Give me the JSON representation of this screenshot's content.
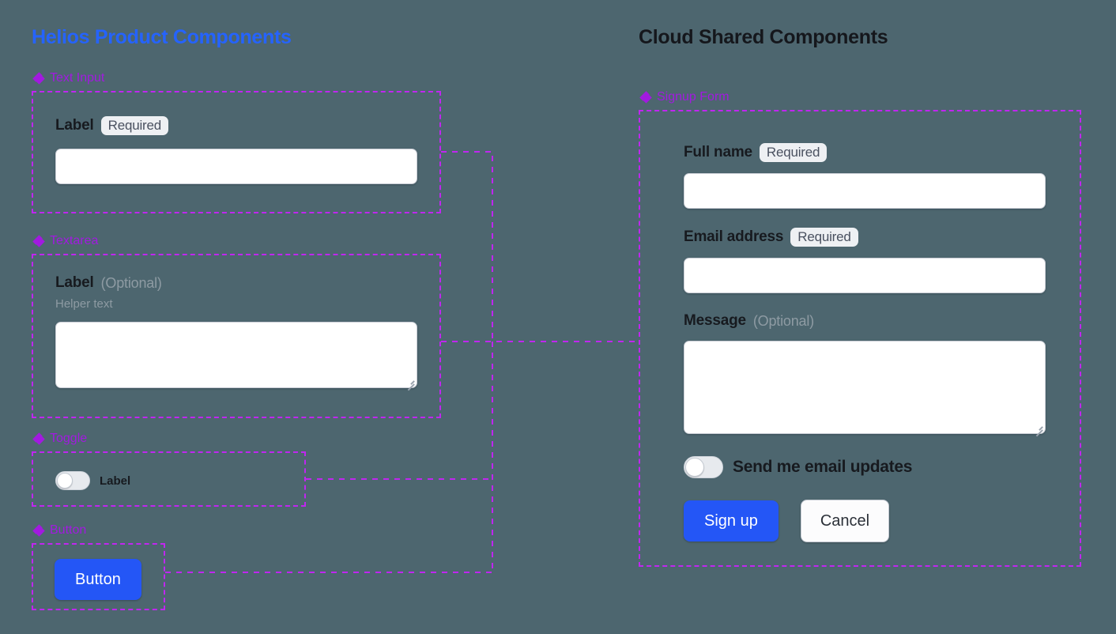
{
  "theme": {
    "background": "#4d666f",
    "accent_blue": "#2456f6",
    "accent_purple": "#c026f0",
    "label_purple": "#a21ae0",
    "title_dark": "#15171c"
  },
  "panels": {
    "left": {
      "title": "Helios Product Components",
      "sections": [
        {
          "icon": "diamond-cluster-icon",
          "label": "Text Input",
          "field": {
            "label": "Label",
            "badge": "Required",
            "value": "",
            "placeholder": ""
          }
        },
        {
          "icon": "diamond-cluster-icon",
          "label": "Textarea",
          "field": {
            "label": "Label",
            "optional": "(Optional)",
            "helper": "Helper text",
            "value": "",
            "placeholder": ""
          }
        },
        {
          "icon": "diamond-cluster-icon",
          "label": "Toggle",
          "field": {
            "label": "Label",
            "state": "off"
          }
        },
        {
          "icon": "diamond-cluster-icon",
          "label": "Button",
          "field": {
            "label": "Button"
          }
        }
      ]
    },
    "right": {
      "title": "Cloud Shared Components",
      "sections": [
        {
          "icon": "diamond-cluster-icon",
          "label": "Signup Form",
          "form": {
            "full_name": {
              "label": "Full name",
              "badge": "Required",
              "value": "",
              "placeholder": ""
            },
            "email": {
              "label": "Email address",
              "badge": "Required",
              "value": "",
              "placeholder": ""
            },
            "message": {
              "label": "Message",
              "optional": "(Optional)",
              "value": "",
              "placeholder": ""
            },
            "updates_toggle": {
              "label": "Send me email updates",
              "state": "off"
            },
            "submit_button": "Sign up",
            "cancel_button": "Cancel"
          }
        }
      ]
    }
  }
}
